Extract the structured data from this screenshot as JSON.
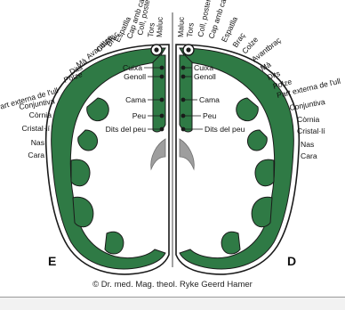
{
  "hemisphere_labels": {
    "left": "E",
    "right": "D"
  },
  "copyright": "© Dr. med. Mag. theol. Ryke Geerd Hamer",
  "left_rim_labels": [
    "Maluc",
    "Tors",
    "Coll, posterior",
    "Cap amb cabell",
    "Espatlla",
    "Braç",
    "Colze",
    "Avantbraç",
    "Mà",
    "Dits",
    "Polze",
    "Part externa de l'ull",
    "Conjuntiva",
    "Còrnia",
    "Cristal·lí",
    "Nas",
    "Cara"
  ],
  "right_rim_labels": [
    "Maluc",
    "Tors",
    "Coll, posterior",
    "Cap amb cabell",
    "Espatlla",
    "Braç",
    "Colze",
    "Avantbraç",
    "Mà",
    "Dits",
    "Polze",
    "Part externa de l'ull",
    "Conjuntiva",
    "Còrnia",
    "Cristal·lí",
    "Nas",
    "Cara"
  ],
  "inner_labels": [
    "Cuixa",
    "Genoll",
    "Cama",
    "Peu",
    "Dits del peu"
  ],
  "colors": {
    "cortex_green": "#2f7a45",
    "outline": "#1a1a1a",
    "ventricle": "#9e9e9e"
  }
}
